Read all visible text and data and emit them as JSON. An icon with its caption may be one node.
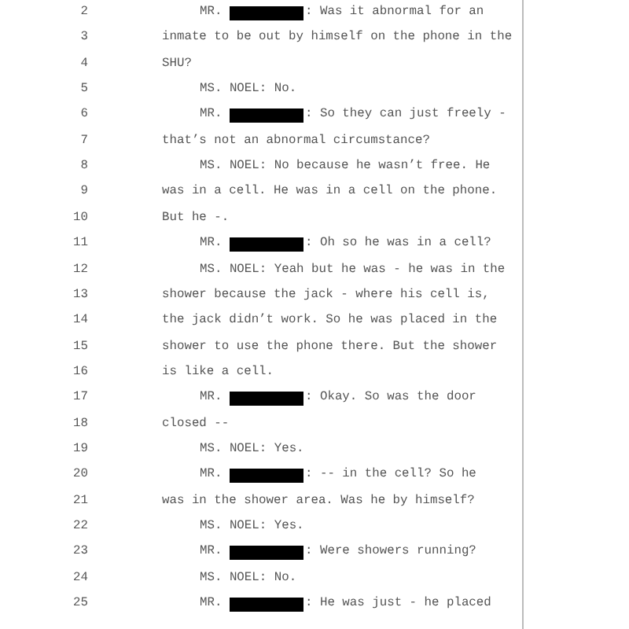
{
  "diagram": {
    "labels": [
      "2",
      "MR.",
      ": Was it abnormal for an",
      "3",
      "inmate to be out by himself on the phone in the",
      "4",
      "SHU?",
      "5",
      "MS. NOEL: No.",
      "6",
      "MR.",
      ": So they can just freely -",
      "7",
      "that’s not an abnormal circumstance?",
      "8",
      "MS. NOEL: No because he wasn’t free. He",
      "9",
      "was in a cell. He was in a cell on the phone.",
      "10",
      "But he -.",
      "11",
      "MR.",
      ": Oh so he was in a cell?",
      "12",
      "MS. NOEL: Yeah but he was - he was in the",
      "13",
      "shower because the jack - where his cell is,",
      "14",
      "the jack didn’t work. So he was placed in the",
      "15",
      "shower to use the phone there. But the shower",
      "16",
      "is like a cell.",
      "17",
      "MR.",
      ": Okay. So was the door",
      "18",
      "closed --",
      "19",
      "MS. NOEL: Yes.",
      "20",
      "MR.",
      ": -- in the cell? So he",
      "21",
      "was in the shower area. Was he by himself?",
      "22",
      "MS. NOEL: Yes.",
      "23",
      "MR.",
      ": Were showers running?",
      "24",
      "MS. NOEL: No.",
      "25",
      "MR.",
      ": He was just - he placed"
    ]
  }
}
